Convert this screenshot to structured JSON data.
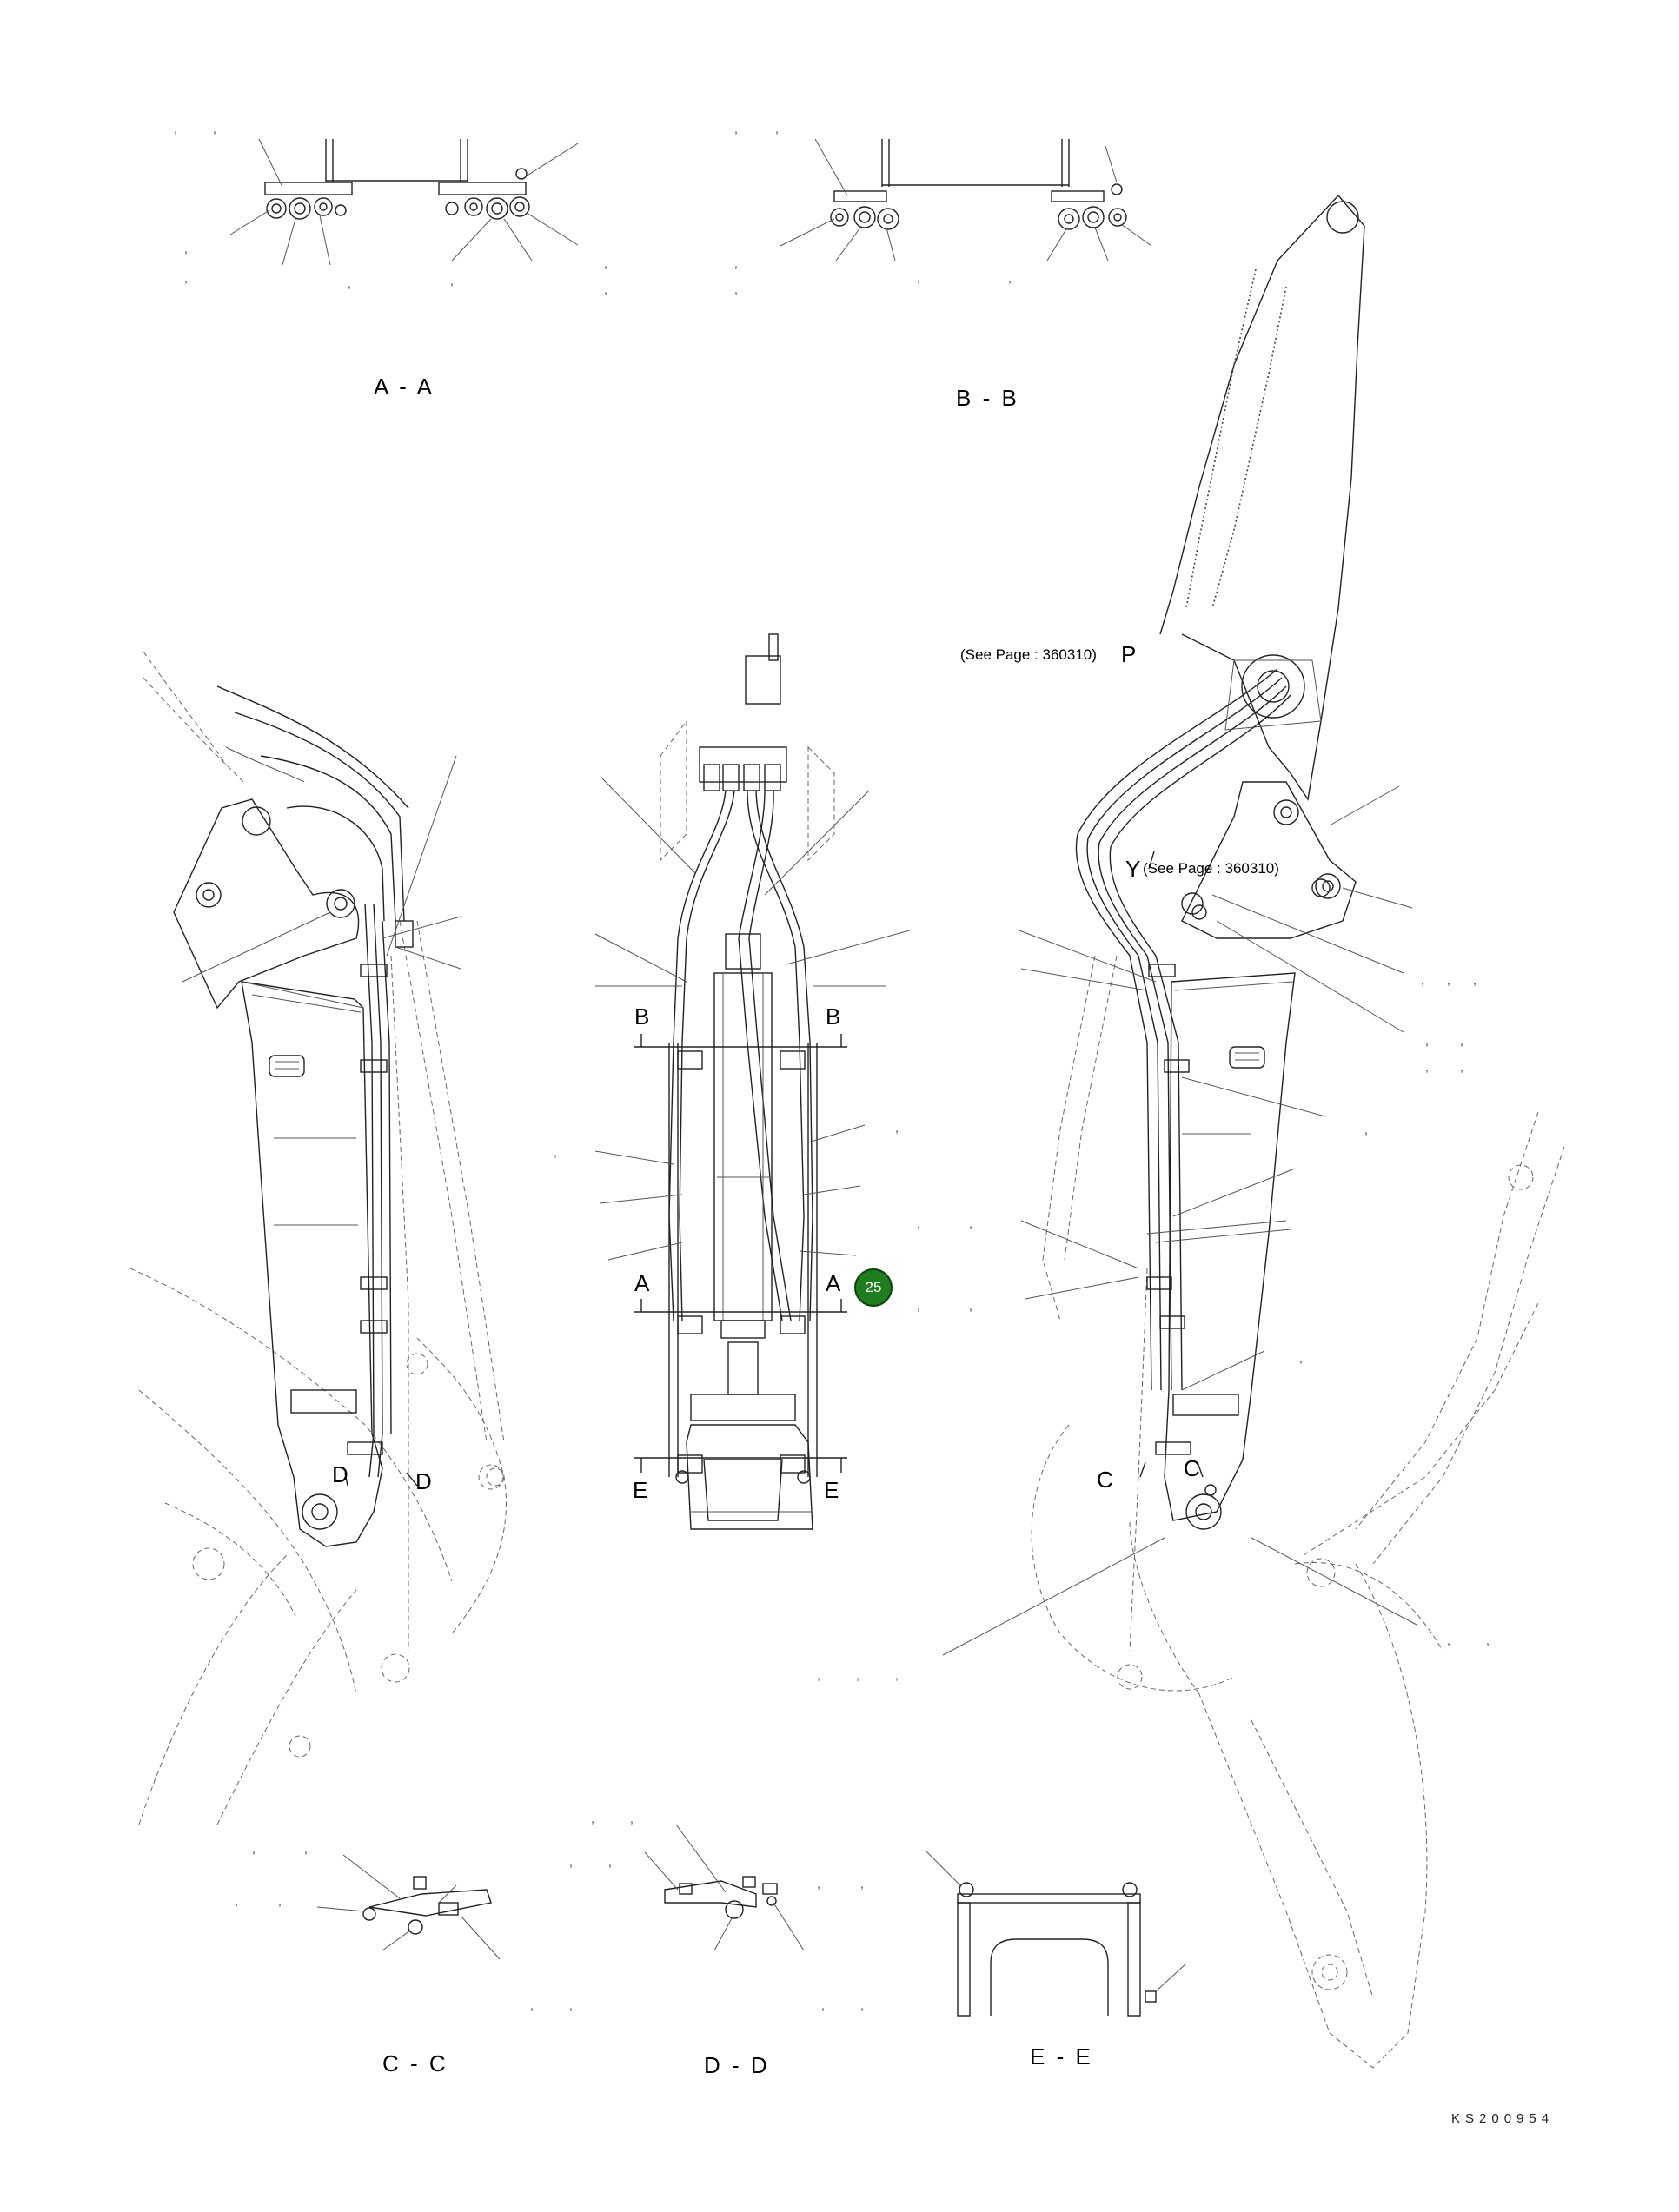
{
  "sections": {
    "aa": "A - A",
    "bb": "B - B",
    "cc": "C - C",
    "dd": "D - D",
    "ee": "E - E"
  },
  "section_marks": {
    "a": "A",
    "b": "B",
    "c": "C",
    "d": "D",
    "e": "E"
  },
  "references": {
    "p_ref": "(See Page : 360310)",
    "p_letter": "P",
    "y_letter": "Y",
    "y_ref": "(See Page : 360310)"
  },
  "callout": {
    "label": "25",
    "color": "#1e7d1e"
  },
  "drawing_code": "KS200954",
  "placeholder_mark": ","
}
